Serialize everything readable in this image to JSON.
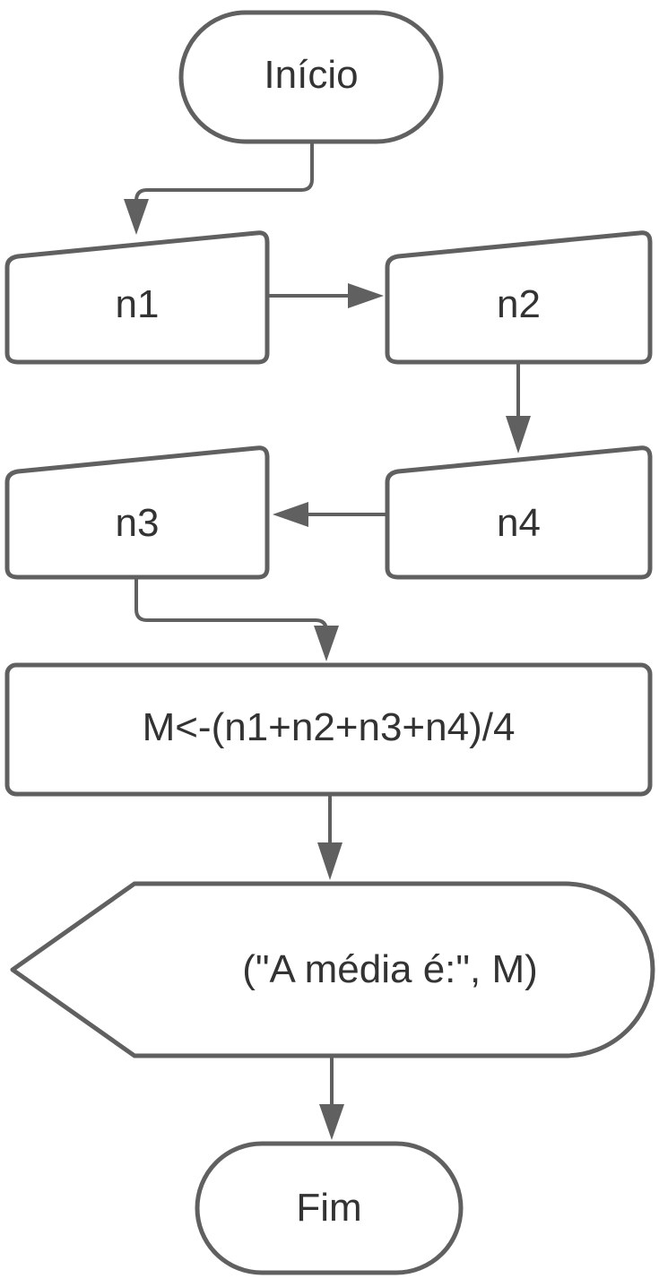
{
  "nodes": {
    "inicio": "Início",
    "n1": "n1",
    "n2": "n2",
    "n4": "n4",
    "n3": "n3",
    "process": "M<-(n1+n2+n3+n4)/4",
    "display": "(\"A média é:\", M)",
    "fim": "Fim"
  },
  "colors": {
    "stroke": "#606060",
    "text": "#333333",
    "fill": "#ffffff"
  }
}
